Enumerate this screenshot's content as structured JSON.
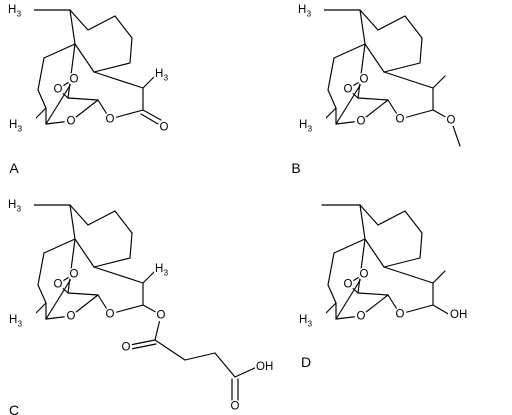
{
  "figure": {
    "panels": [
      {
        "letter": "A",
        "substituent": "ketone",
        "labels": {
          "ring_o1": "O",
          "ring_o2": "O",
          "ring_o3": "O",
          "ring_o4": "O",
          "carbonyl_o": "O"
        },
        "methyls": {
          "top_h": "H",
          "top_3": "3",
          "right_h": "H",
          "right_3": "3",
          "left_h": "H",
          "left_3": "3"
        },
        "extra": {}
      },
      {
        "letter": "B",
        "substituent": "methoxy",
        "labels": {
          "ring_o1": "O",
          "ring_o2": "O",
          "ring_o3": "O",
          "ring_o4": "O",
          "sub_o": "O"
        },
        "methyls": {
          "top_h": "H",
          "top_3": "3",
          "left_h": "H",
          "left_3": "3"
        },
        "extra": {}
      },
      {
        "letter": "C",
        "substituent": "hemisuccinate",
        "labels": {
          "ring_o1": "O",
          "ring_o2": "O",
          "ring_o3": "O",
          "ring_o4": "O",
          "sub_o": "O",
          "ester_o": "O",
          "acid_o": "O"
        },
        "methyls": {
          "top_h": "H",
          "top_3": "3",
          "right_h": "H",
          "right_3": "3",
          "left_h": "H",
          "left_3": "3"
        },
        "extra": {
          "oh": "OH"
        }
      },
      {
        "letter": "D",
        "substituent": "hydroxyl",
        "labels": {
          "ring_o1": "O",
          "ring_o2": "O",
          "ring_o3": "O",
          "ring_o4": "O",
          "sub_oh": "OH"
        },
        "methyls": {
          "left_h": "H",
          "left_3": "3"
        },
        "extra": {}
      }
    ]
  },
  "colors": {
    "ink": "#000000",
    "background": "#ffffff"
  }
}
